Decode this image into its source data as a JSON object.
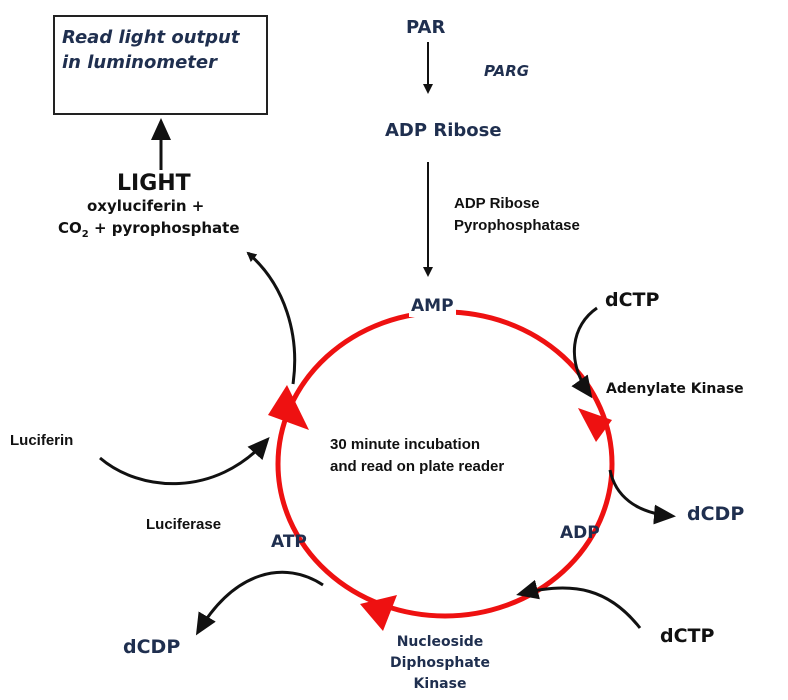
{
  "readout_box": {
    "line1": "Read light output",
    "line2": "in luminometer"
  },
  "light": {
    "title": "LIGHT",
    "line1": "oxyluciferin +",
    "co": "CO",
    "sub": "2",
    "rest": " + pyrophosphate"
  },
  "top_chain": {
    "par": "PAR",
    "parg": "PARG",
    "adp_ribose": "ADP Ribose",
    "enzyme_line1": "ADP Ribose",
    "enzyme_line2": "Pyrophosphatase"
  },
  "cycle": {
    "amp": "AMP",
    "adp": "ADP",
    "atp": "ATP",
    "center_line1": "30 minute incubation",
    "center_line2": "and read on plate reader"
  },
  "reactants": {
    "dctp_top": "dCTP",
    "adenylate_kinase": "Adenylate Kinase",
    "dcdp_right": "dCDP",
    "dctp_bottom": "dCTP",
    "ndk_line1": "Nucleoside",
    "ndk_line2": "Diphosphate",
    "ndk_line3": "Kinase",
    "dcdp_left": "dCDP",
    "luciferin": "Luciferin",
    "luciferase": "Luciferase"
  },
  "colors": {
    "cycle": "#ee1111",
    "arrow": "#111111",
    "text_navy": "#1f2f4f"
  }
}
